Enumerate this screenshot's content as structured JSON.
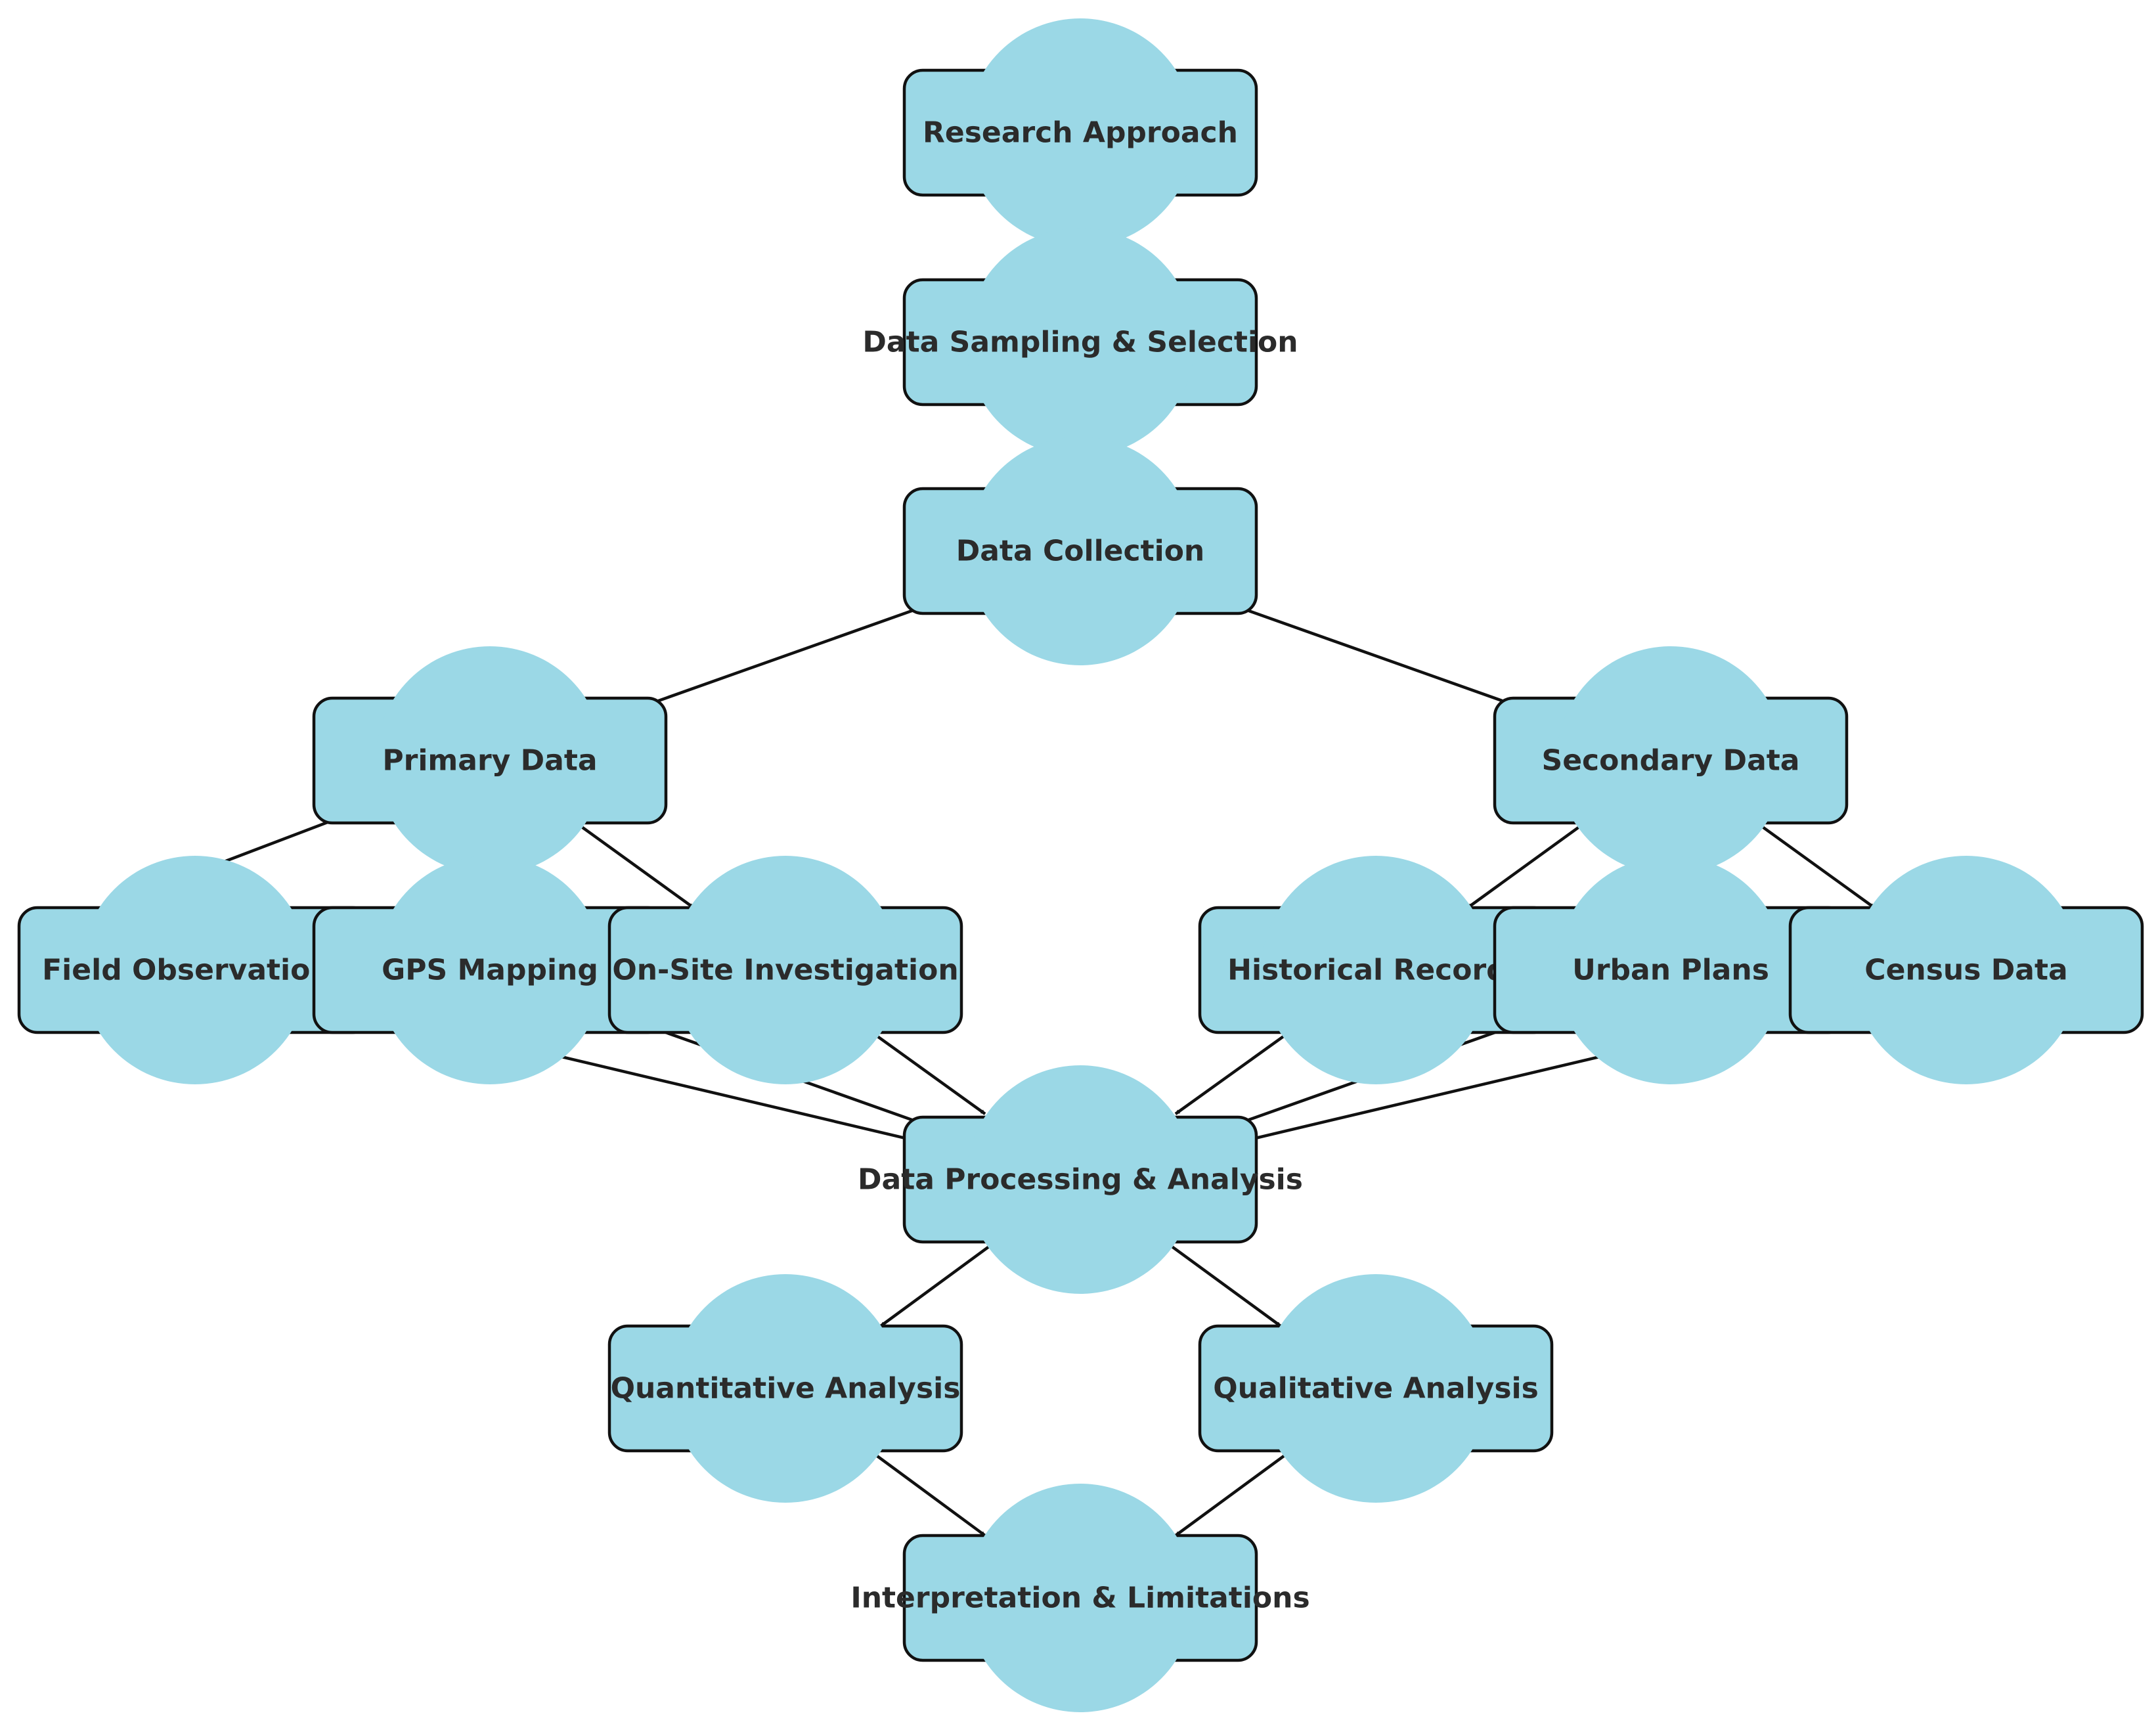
{
  "diagram": {
    "node_fill": "#9bd8e6",
    "stroke_color": "#111111",
    "text_color": "#2b2b2b",
    "nodes": [
      {
        "id": "research",
        "label": "Research Approach"
      },
      {
        "id": "sampling",
        "label": "Data Sampling & Selection"
      },
      {
        "id": "collection",
        "label": "Data Collection"
      },
      {
        "id": "primary",
        "label": "Primary Data"
      },
      {
        "id": "secondary",
        "label": "Secondary Data"
      },
      {
        "id": "field",
        "label": "Field Observations"
      },
      {
        "id": "gps",
        "label": "GPS Mapping"
      },
      {
        "id": "onsite",
        "label": "On-Site Investigation"
      },
      {
        "id": "historical",
        "label": "Historical Records"
      },
      {
        "id": "urban",
        "label": "Urban Plans"
      },
      {
        "id": "census",
        "label": "Census Data"
      },
      {
        "id": "processing",
        "label": "Data Processing & Analysis"
      },
      {
        "id": "quantitative",
        "label": "Quantitative Analysis"
      },
      {
        "id": "qualitative",
        "label": "Qualitative Analysis"
      },
      {
        "id": "interpretation",
        "label": "Interpretation & Limitations"
      }
    ],
    "edges": [
      {
        "from": "research",
        "to": "sampling"
      },
      {
        "from": "sampling",
        "to": "collection"
      },
      {
        "from": "collection",
        "to": "primary"
      },
      {
        "from": "collection",
        "to": "secondary"
      },
      {
        "from": "primary",
        "to": "field"
      },
      {
        "from": "primary",
        "to": "gps"
      },
      {
        "from": "primary",
        "to": "onsite"
      },
      {
        "from": "secondary",
        "to": "historical"
      },
      {
        "from": "secondary",
        "to": "urban"
      },
      {
        "from": "secondary",
        "to": "census"
      },
      {
        "from": "field",
        "to": "processing"
      },
      {
        "from": "gps",
        "to": "processing"
      },
      {
        "from": "onsite",
        "to": "processing"
      },
      {
        "from": "historical",
        "to": "processing"
      },
      {
        "from": "urban",
        "to": "processing"
      },
      {
        "from": "census",
        "to": "processing"
      },
      {
        "from": "processing",
        "to": "quantitative"
      },
      {
        "from": "processing",
        "to": "qualitative"
      },
      {
        "from": "quantitative",
        "to": "interpretation"
      },
      {
        "from": "qualitative",
        "to": "interpretation"
      }
    ]
  }
}
